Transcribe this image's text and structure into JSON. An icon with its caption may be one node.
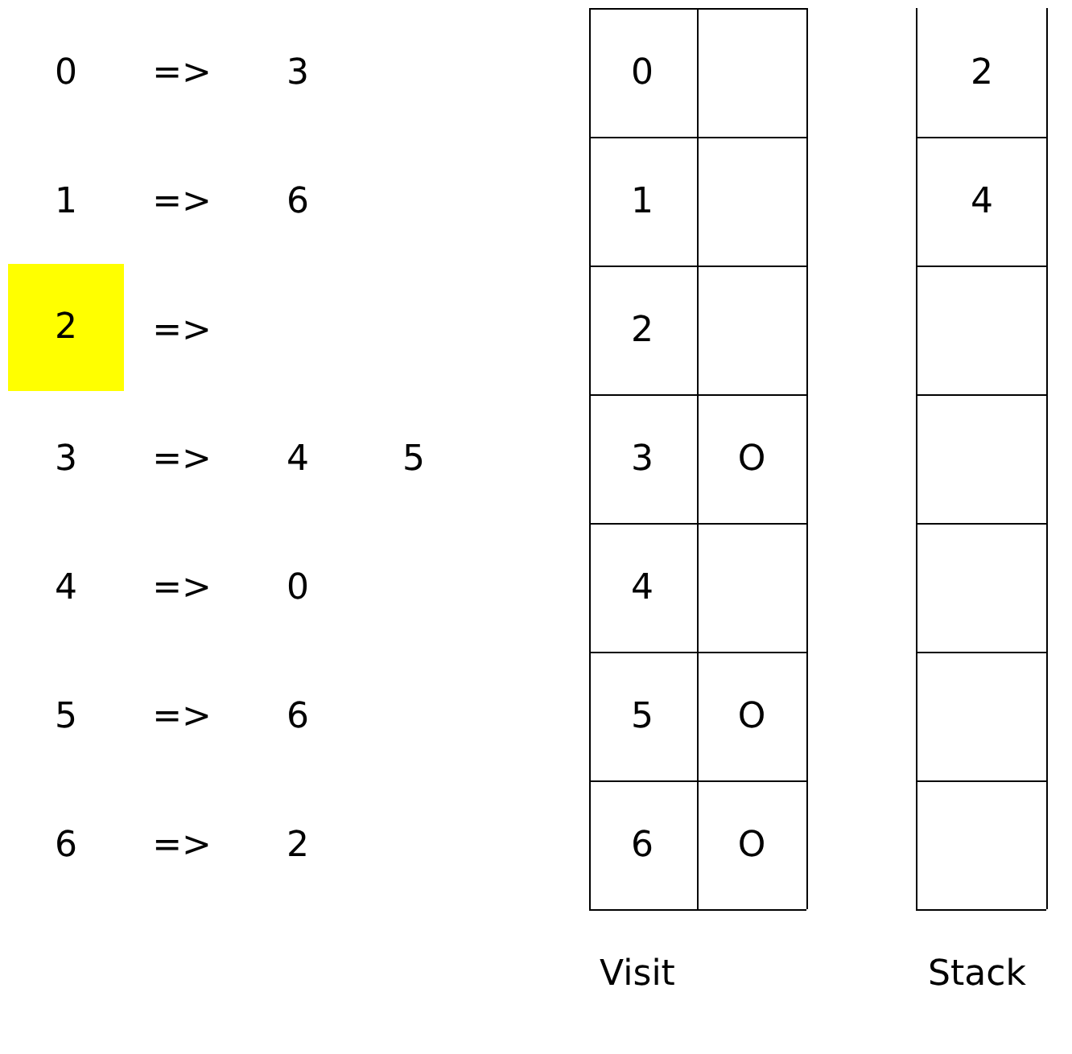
{
  "diagram": {
    "nodes": [
      {
        "text": [
          "2"
        ]
      }
    ],
    "labels": [
      "0",
      "=>",
      "3",
      "1",
      "=>",
      "6",
      "=>",
      "3",
      "=>",
      "4",
      "5",
      "4",
      "=>",
      "0",
      "5",
      "=>",
      "6",
      "6",
      "=>",
      "2",
      "0",
      "1",
      "2",
      "3",
      "O",
      "4",
      "5",
      "O",
      "6",
      "O",
      "Visit",
      "2",
      "4",
      "Stack"
    ]
  }
}
